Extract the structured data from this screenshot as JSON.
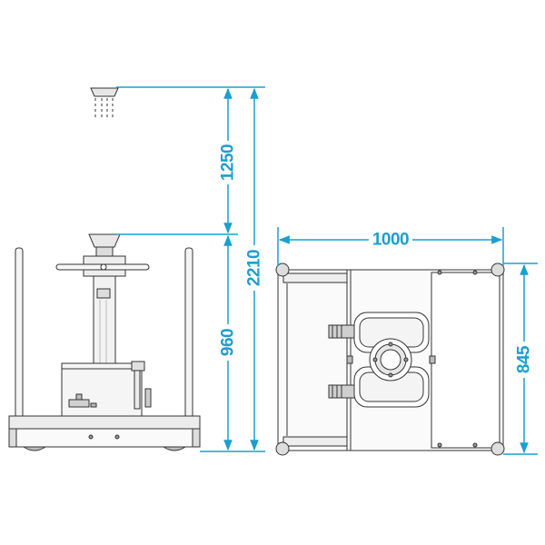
{
  "colors": {
    "dimension": "#1a9fd0",
    "outline": "#333333",
    "fill_light": "#f2f2f2",
    "fill_mid": "#d9d9d9",
    "fill_dark": "#9a9a9a"
  },
  "dimensions": {
    "side_upper": "1250",
    "side_lower": "960",
    "side_total": "2210",
    "top_width": "1000",
    "top_depth": "845"
  }
}
